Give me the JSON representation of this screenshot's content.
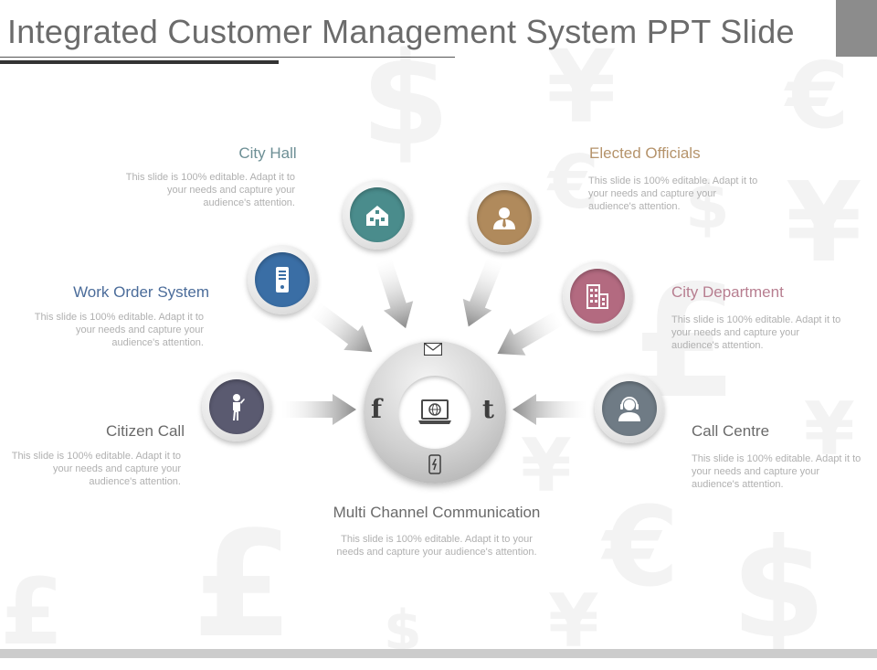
{
  "title": "Integrated Customer Management System PPT Slide",
  "hub": {
    "label": "Multi Channel Communication",
    "desc": "This slide is 100% editable. Adapt it to your needs and capture your audience's attention.",
    "icons": [
      "laptop-globe-icon",
      "mail-icon",
      "facebook-icon",
      "tumblr-icon",
      "phone-icon"
    ]
  },
  "nodes": [
    {
      "label": "City Hall",
      "color": "#4a8c8c",
      "icon": "town-hall-icon",
      "desc": "This slide is 100% editable. Adapt it to your needs and capture your audience's attention."
    },
    {
      "label": "Elected Officials",
      "color": "#b08a5c",
      "icon": "official-person-icon",
      "desc": "This slide is 100% editable. Adapt it to your needs and capture your audience's attention."
    },
    {
      "label": "Work Order System",
      "color": "#3a6ea5",
      "icon": "server-icon",
      "desc": "This slide is 100% editable. Adapt it to your needs and capture your audience's attention."
    },
    {
      "label": "City Department",
      "color": "#b36a80",
      "icon": "building-icon",
      "desc": "This slide is 100% editable. Adapt it to your needs and capture your audience's attention."
    },
    {
      "label": "Citizen Call",
      "color": "#5a5a70",
      "icon": "person-calling-icon",
      "desc": "This slide is 100% editable. Adapt it to your needs and capture your audience's attention."
    },
    {
      "label": "Call Centre",
      "color": "#6f7b85",
      "icon": "headset-agent-icon",
      "desc": "This slide is 100% editable. Adapt it to your needs and capture your audience's attention."
    }
  ],
  "colors": {
    "city_hall_text": "#6d8f95",
    "elected_text": "#b5936b",
    "work_order_text": "#4b6c9a",
    "city_department_text": "#b77e90",
    "citizen_call_text": "#6a6a6a",
    "call_centre_text": "#6a6a6a",
    "hub_text": "#6a6a6a"
  }
}
